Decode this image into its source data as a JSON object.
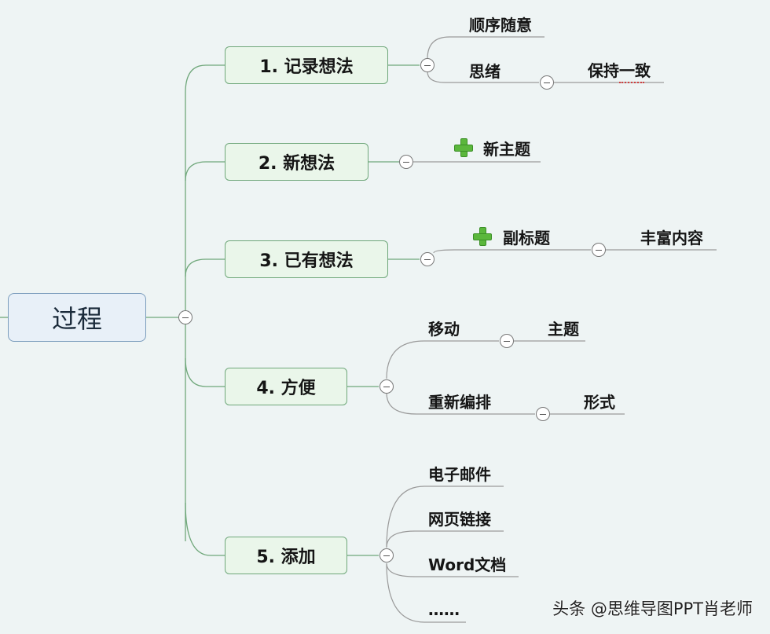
{
  "root": {
    "label": "过程"
  },
  "branches": [
    {
      "label": "1. 记录想法",
      "children": [
        {
          "label": "顺序随意"
        },
        {
          "label": "思绪",
          "child": "保持一致"
        }
      ]
    },
    {
      "label": "2. 新想法",
      "children": [
        {
          "label": "新主题",
          "plus_icon": true
        }
      ]
    },
    {
      "label": "3. 已有想法",
      "children": [
        {
          "label": "副标题",
          "plus_icon": true,
          "child": "丰富内容"
        }
      ]
    },
    {
      "label": "4. 方便",
      "children": [
        {
          "label": "移动",
          "child": "主题"
        },
        {
          "label": "重新编排",
          "child": "形式"
        }
      ]
    },
    {
      "label": "5. 添加",
      "children": [
        {
          "label": "电子邮件"
        },
        {
          "label": "网页链接"
        },
        {
          "label": "Word文档"
        },
        {
          "label": "……"
        }
      ]
    }
  ],
  "watermark": "头条 @思维导图PPT肖老师",
  "colors": {
    "background": "#eef4f4",
    "branch_line": "#6fa77a",
    "leaf_line": "#9a9a9a",
    "plus_icon": "#5bb73c"
  }
}
